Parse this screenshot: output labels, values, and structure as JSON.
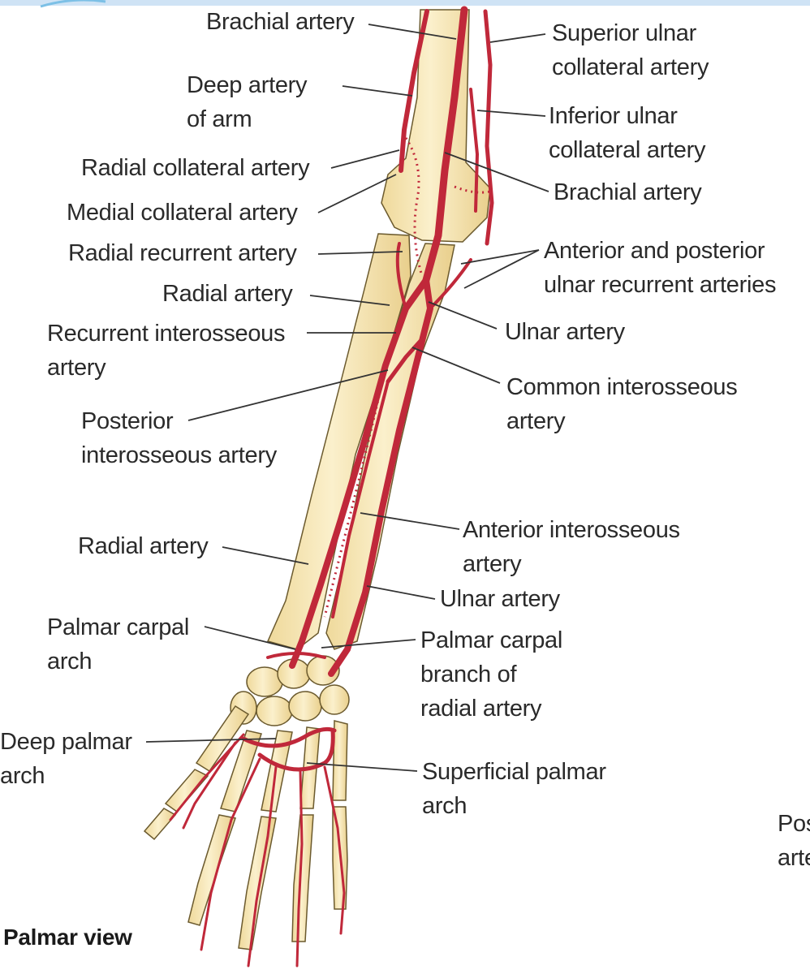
{
  "view_label": "Palmar view",
  "labels": {
    "brachial_artery_top": "Brachial artery",
    "superior_ulnar_collateral": [
      "Superior ulnar",
      "collateral artery"
    ],
    "deep_artery_of_arm": [
      "Deep artery",
      "of arm"
    ],
    "inferior_ulnar_collateral": [
      "Inferior ulnar",
      "collateral artery"
    ],
    "radial_collateral": "Radial collateral artery",
    "brachial_artery_right": "Brachial artery",
    "medial_collateral": "Medial collateral artery",
    "radial_recurrent": "Radial recurrent artery",
    "ulnar_recurrent": [
      "Anterior and posterior",
      "ulnar recurrent arteries"
    ],
    "radial_artery_upper": "Radial artery",
    "ulnar_artery_upper": "Ulnar artery",
    "recurrent_interosseous": [
      "Recurrent interosseous",
      "artery"
    ],
    "common_interosseous": [
      "Common interosseous",
      "artery"
    ],
    "posterior_interosseous": [
      "Posterior",
      "interosseous artery"
    ],
    "anterior_interosseous": [
      "Anterior interosseous",
      "artery"
    ],
    "radial_artery_lower": "Radial artery",
    "ulnar_artery_lower": "Ulnar artery",
    "palmar_carpal_arch": [
      "Palmar carpal",
      "arch"
    ],
    "palmar_carpal_branch": [
      "Palmar carpal",
      "branch of",
      "radial artery"
    ],
    "deep_palmar_arch": [
      "Deep palmar",
      "arch"
    ],
    "superficial_palmar_arch": [
      "Superficial palmar",
      "arch"
    ],
    "cutoff_right": [
      "Pos",
      "arte"
    ]
  },
  "colors": {
    "bone": "#f6e7b8",
    "bone_outline": "#6b5a2e",
    "artery": "#c0283a",
    "leader": "#333333"
  }
}
